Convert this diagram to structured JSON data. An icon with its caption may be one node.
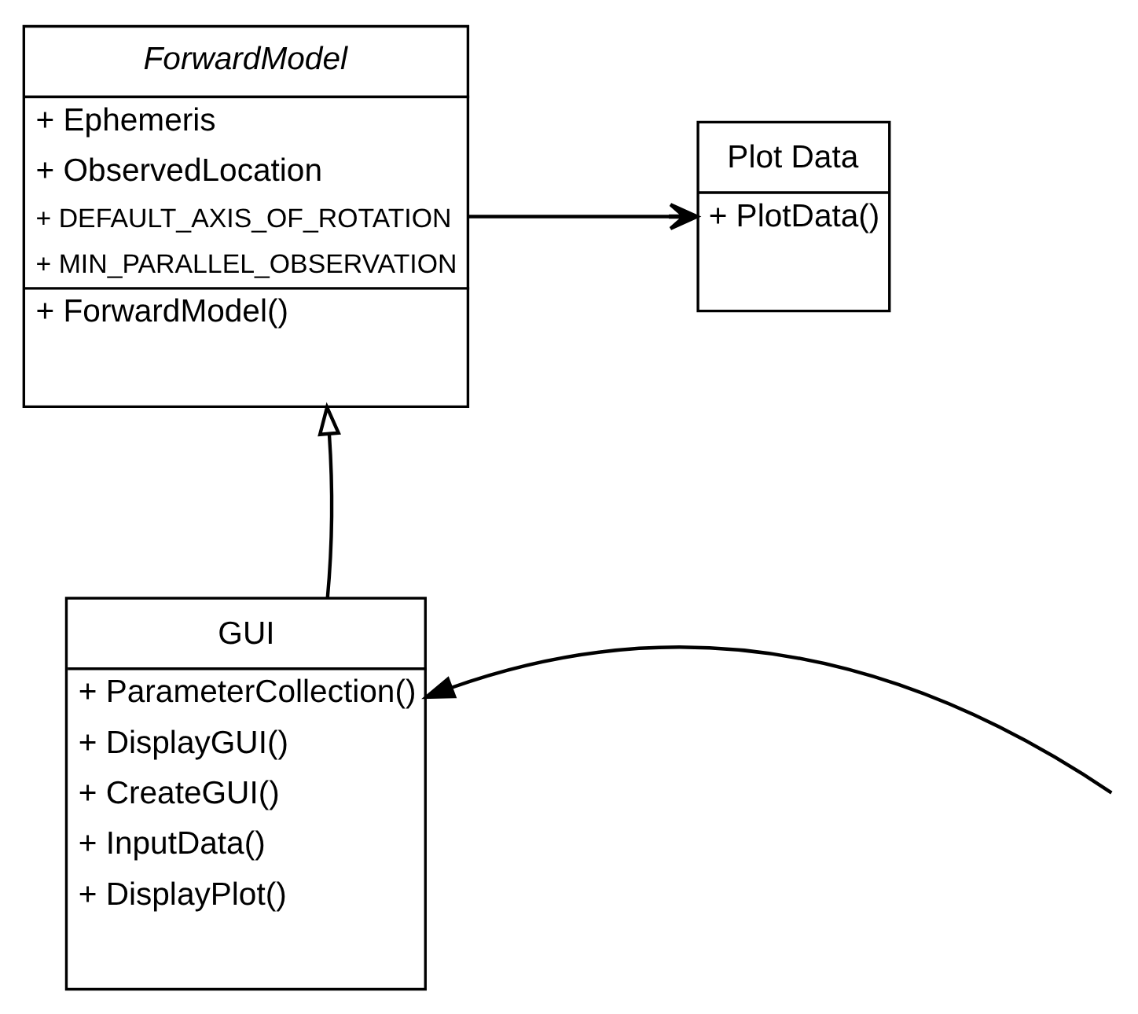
{
  "diagram": {
    "nodes": [
      {
        "text": [
          "ForwardModel",
          "+ Ephemeris",
          "+ ObservedLocation",
          "+ DEFAULT_AXIS_OF_ROTATION",
          "+ MIN_PARALLEL_OBSERVATION",
          "+ ForwardModel()"
        ]
      },
      {
        "text": [
          "Plot Data",
          "+ PlotData()"
        ]
      },
      {
        "text": [
          "GUI",
          "+ ParameterCollection()",
          "+ DisplayGUI()",
          "+ CreateGUI()",
          "+ InputData()",
          "+ DisplayPlot()"
        ]
      }
    ],
    "edges": [
      {
        "from": 0,
        "to": 1,
        "arrow": "to"
      },
      {
        "from": 2,
        "to": 0,
        "arrow": "to"
      },
      {
        "from": null,
        "to": 2,
        "arrow": "to"
      }
    ]
  }
}
